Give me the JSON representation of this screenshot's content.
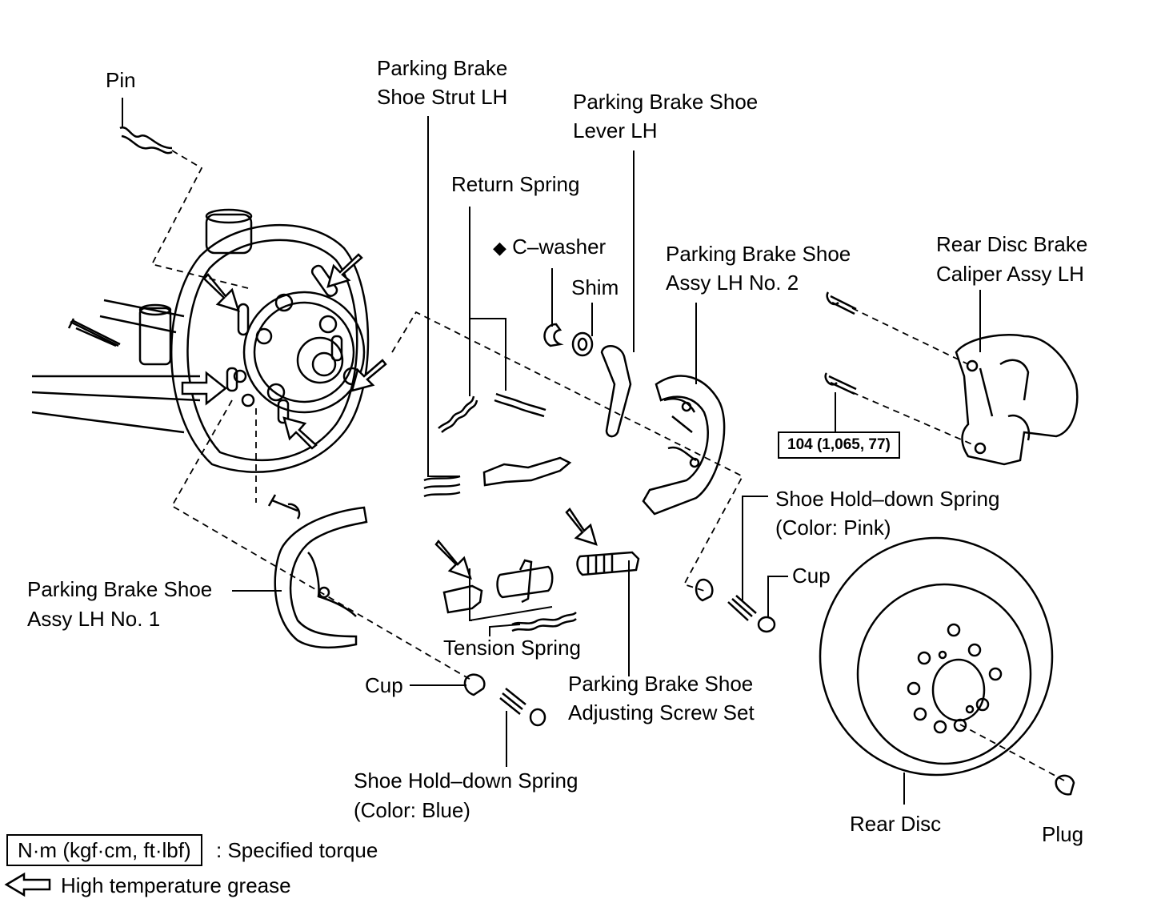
{
  "labels": {
    "pin": "Pin",
    "strut": [
      "Parking Brake",
      "Shoe Strut LH"
    ],
    "lever": [
      "Parking Brake Shoe",
      "Lever LH"
    ],
    "return_spring": "Return Spring",
    "c_washer": "C–washer",
    "c_washer_mark": "◆",
    "shim": "Shim",
    "shoe_no2": [
      "Parking Brake Shoe",
      "Assy LH No. 2"
    ],
    "caliper": [
      "Rear Disc Brake",
      "Caliper Assy LH"
    ],
    "torque_value": "104 (1,065, 77)",
    "holddown_pink": [
      "Shoe Hold–down Spring",
      "(Color: Pink)"
    ],
    "cup_right": "Cup",
    "shoe_no1": [
      "Parking Brake Shoe",
      "Assy LH No. 1"
    ],
    "tension_spring": "Tension Spring",
    "adjusting_screw": [
      "Parking Brake Shoe",
      "Adjusting Screw Set"
    ],
    "cup_left": "Cup",
    "holddown_blue": [
      "Shoe Hold–down Spring",
      "(Color: Blue)"
    ],
    "rear_disc": "Rear Disc",
    "plug": "Plug"
  },
  "legend": {
    "torque_unit": "N·m (kgf·cm, ft·lbf)",
    "torque_desc": ": Specified torque",
    "grease_desc": "High temperature grease"
  }
}
